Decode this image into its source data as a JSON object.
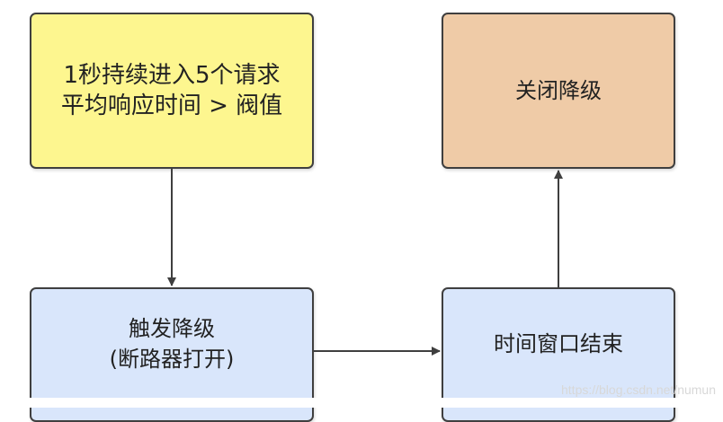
{
  "diagram": {
    "nodes": {
      "trigger_condition": {
        "line1": "1秒持续进入5个请求",
        "line2": "平均响应时间 > 阀值"
      },
      "close_degrade": {
        "label": "关闭降级"
      },
      "trigger_degrade": {
        "line1": "触发降级",
        "line2": "(断路器打开)"
      },
      "window_end": {
        "label": "时间窗口结束"
      }
    },
    "edges": [
      {
        "from": "trigger_condition",
        "to": "trigger_degrade"
      },
      {
        "from": "trigger_degrade",
        "to": "window_end"
      },
      {
        "from": "window_end",
        "to": "close_degrade"
      }
    ],
    "colors": {
      "condition_fill": "#fdf68f",
      "close_fill": "#efcba7",
      "process_fill": "#d9e6fb",
      "stroke": "#3f3f3f"
    }
  },
  "watermark": "https://blog.csdn.net/numun"
}
